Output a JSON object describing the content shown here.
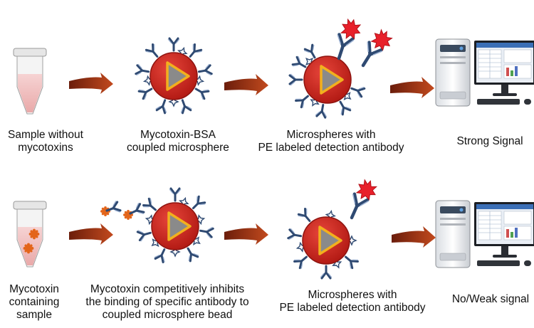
{
  "row1": {
    "sample_label": "Sample without\nmycotoxins",
    "microsphere_label": "Mycotoxin-BSA\ncoupled microsphere",
    "detection_label": "Microspheres with\nPE labeled detection antibody",
    "signal_label": "Strong Signal"
  },
  "row2": {
    "sample_label": "Mycotoxin\ncontaining\nsample",
    "inhibition_label": "Mycotoxin competitively inhibits\nthe binding of specific antibody to\ncoupled microsphere bead",
    "detection_label": "Microspheres with\nPE labeled detection antibody",
    "signal_label": "No/Weak signal"
  },
  "colors": {
    "bead_red": "#d3261c",
    "triangle_fill": "#8a8a8a",
    "triangle_border": "#f2b01e",
    "antibody": "#2f4a72",
    "antibody_light": "#9fb4d4",
    "pe_label": "#e8202a",
    "arrow": "#9c3417",
    "tube_liquid": "#f0bdbd",
    "mycotoxin": "#e3651a"
  },
  "icons": [
    "tube-icon",
    "arrow-icon",
    "microsphere-icon",
    "antibody-icon",
    "pe-label-icon",
    "analyzer-computer-icon",
    "mycotoxin-particle-icon"
  ]
}
